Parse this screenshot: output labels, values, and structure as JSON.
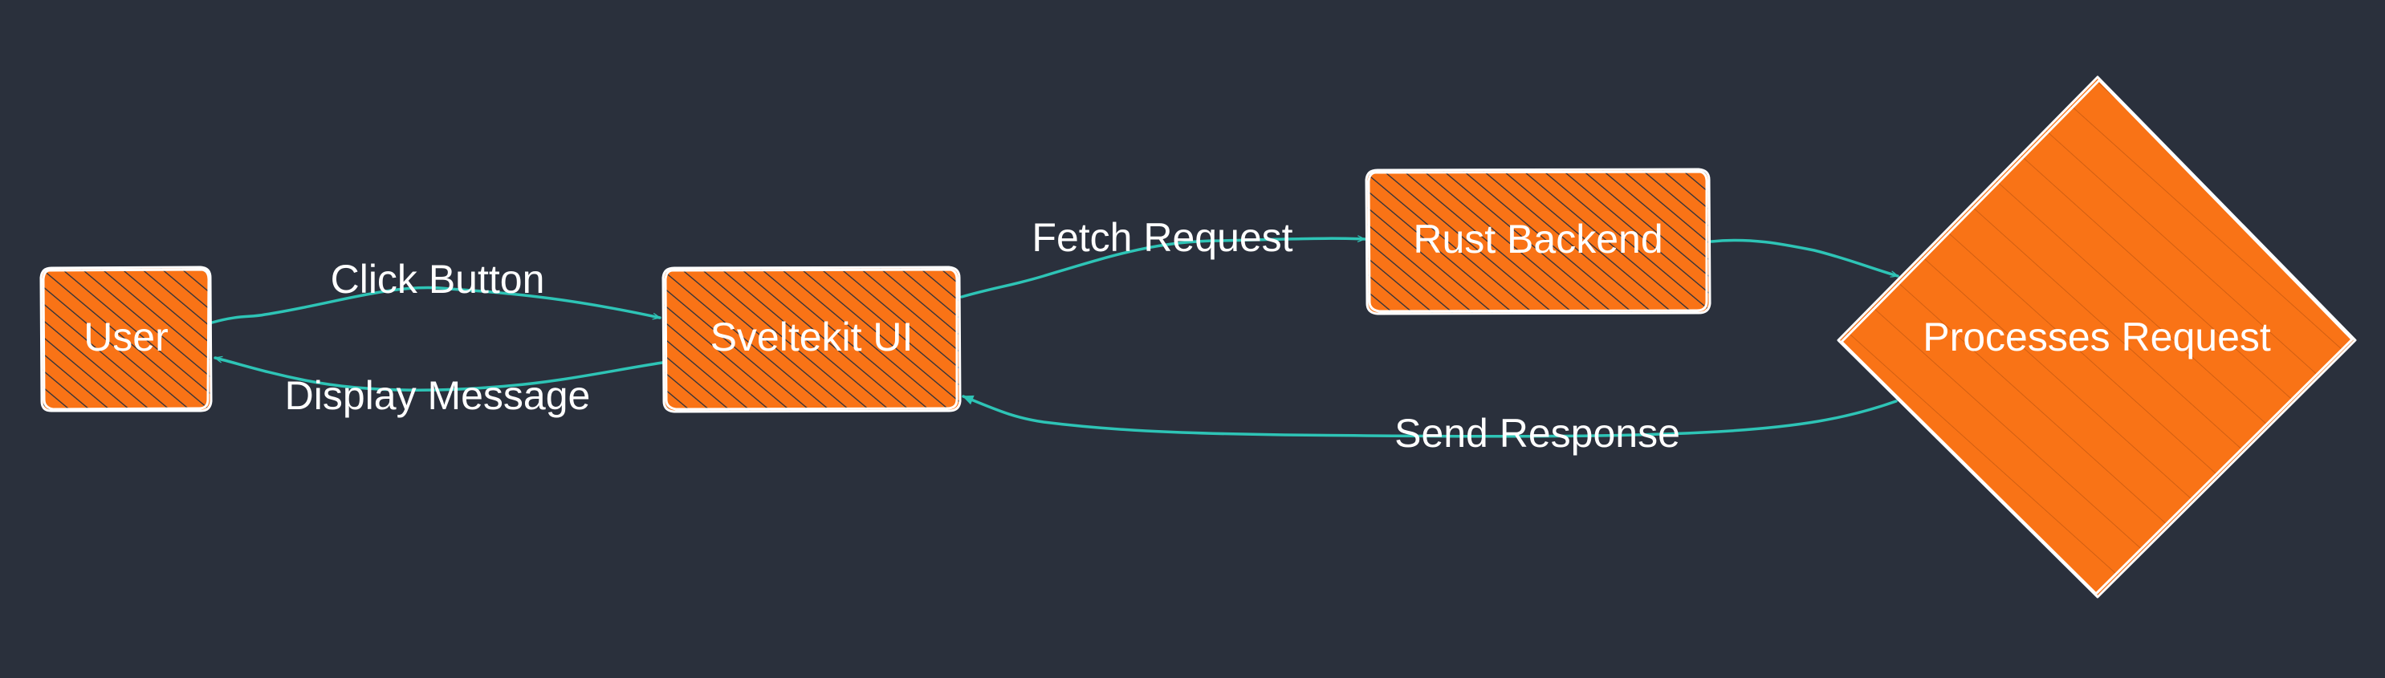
{
  "colors": {
    "background": "#2a303c",
    "node_fill": "#f97316",
    "node_stroke": "#ffffff",
    "hatch": "#2a303c",
    "edge": "#2ec4b6",
    "text": "#ffffff"
  },
  "nodes": {
    "user": {
      "label": "User",
      "shape": "rect"
    },
    "ui": {
      "label": "Sveltekit UI",
      "shape": "rect"
    },
    "backend": {
      "label": "Rust Backend",
      "shape": "rect"
    },
    "process": {
      "label": "Processes Request",
      "shape": "diamond"
    }
  },
  "edges": {
    "click": {
      "label": "Click Button",
      "from": "User",
      "to": "Sveltekit UI"
    },
    "display": {
      "label": "Display Message",
      "from": "Sveltekit UI",
      "to": "User"
    },
    "fetch": {
      "label": "Fetch Request",
      "from": "Sveltekit UI",
      "to": "Rust Backend"
    },
    "to_process": {
      "label": "",
      "from": "Rust Backend",
      "to": "Processes Request"
    },
    "send": {
      "label": "Send Response",
      "from": "Processes Request",
      "to": "Sveltekit UI"
    }
  }
}
